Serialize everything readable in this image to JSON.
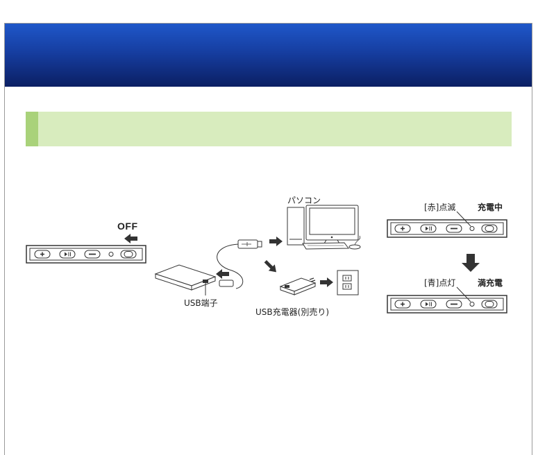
{
  "labels": {
    "off": "OFF",
    "usb_port": "USB端子",
    "pc": "パソコン",
    "usb_charger": "USB充電器(別売り)",
    "red_blink": "[赤]点滅",
    "charging": "充電中",
    "blue_lit": "[青]点灯",
    "full_charge": "満充電"
  },
  "colors": {
    "header_top": "#1f57c9",
    "header_bottom": "#0b1f63",
    "section_bar": "#d8ecbe",
    "section_accent": "#a9d27a",
    "arrow": "#333333"
  },
  "icons": [
    "plus-button-icon",
    "play-pause-icon",
    "minus-button-icon",
    "led-indicator-icon",
    "power-switch-icon"
  ]
}
